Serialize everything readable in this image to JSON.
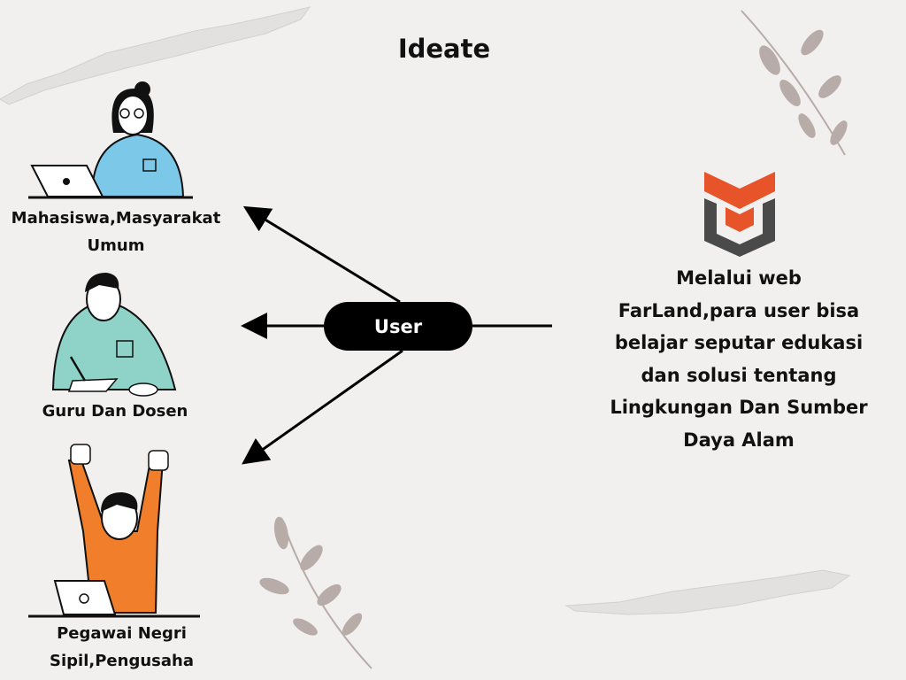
{
  "title": "Ideate",
  "center_node": {
    "label": "User"
  },
  "personas": [
    {
      "label": "Mahasiswa,Masyarakat\nUmum"
    },
    {
      "label": "Guru Dan Dosen"
    },
    {
      "label": "Pegawai Negri\nSipil,Pengusaha"
    }
  ],
  "description": "Melalui web\nFarLand,para user bisa\nbelajar seputar edukasi\ndan solusi tentang\nLingkungan Dan Sumber\nDaya Alam",
  "colors": {
    "background": "#f1f0ef",
    "shirt_blue": "#7cc8e8",
    "shirt_teal": "#8fd3c8",
    "shirt_orange": "#f07e2a",
    "logo_orange": "#e8542a",
    "logo_gray": "#4a4a4a",
    "leaf": "#b8aca8"
  }
}
